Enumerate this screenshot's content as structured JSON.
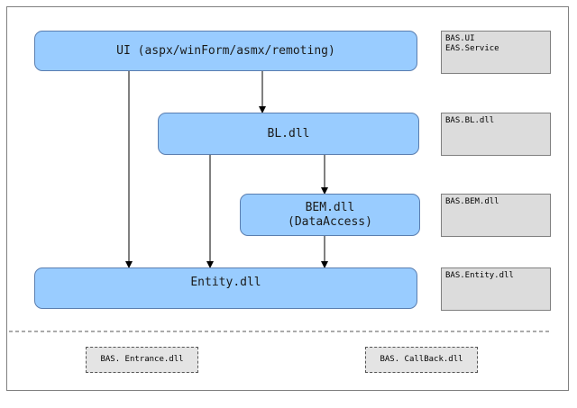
{
  "diagram": {
    "layers": {
      "ui": "UI (aspx/winForm/asmx/remoting)",
      "bl": "BL.dll",
      "bem_line1": "BEM.dll",
      "bem_line2": "(DataAccess)",
      "entity": "Entity.dll"
    },
    "notes": {
      "ui_line1": "BAS.UI",
      "ui_line2": "EAS.Service",
      "bl": "BAS.BL.dll",
      "bem": "BAS.BEM.dll",
      "entity": "BAS.Entity.dll"
    },
    "bottom": {
      "entrance": "BAS. Entrance.dll",
      "callback": "BAS. CallBack.dll"
    },
    "colors": {
      "layer_fill": "#99ccff",
      "layer_border": "#5a7eb0",
      "note_fill": "#dcdcdc",
      "arrow": "#000000"
    }
  }
}
